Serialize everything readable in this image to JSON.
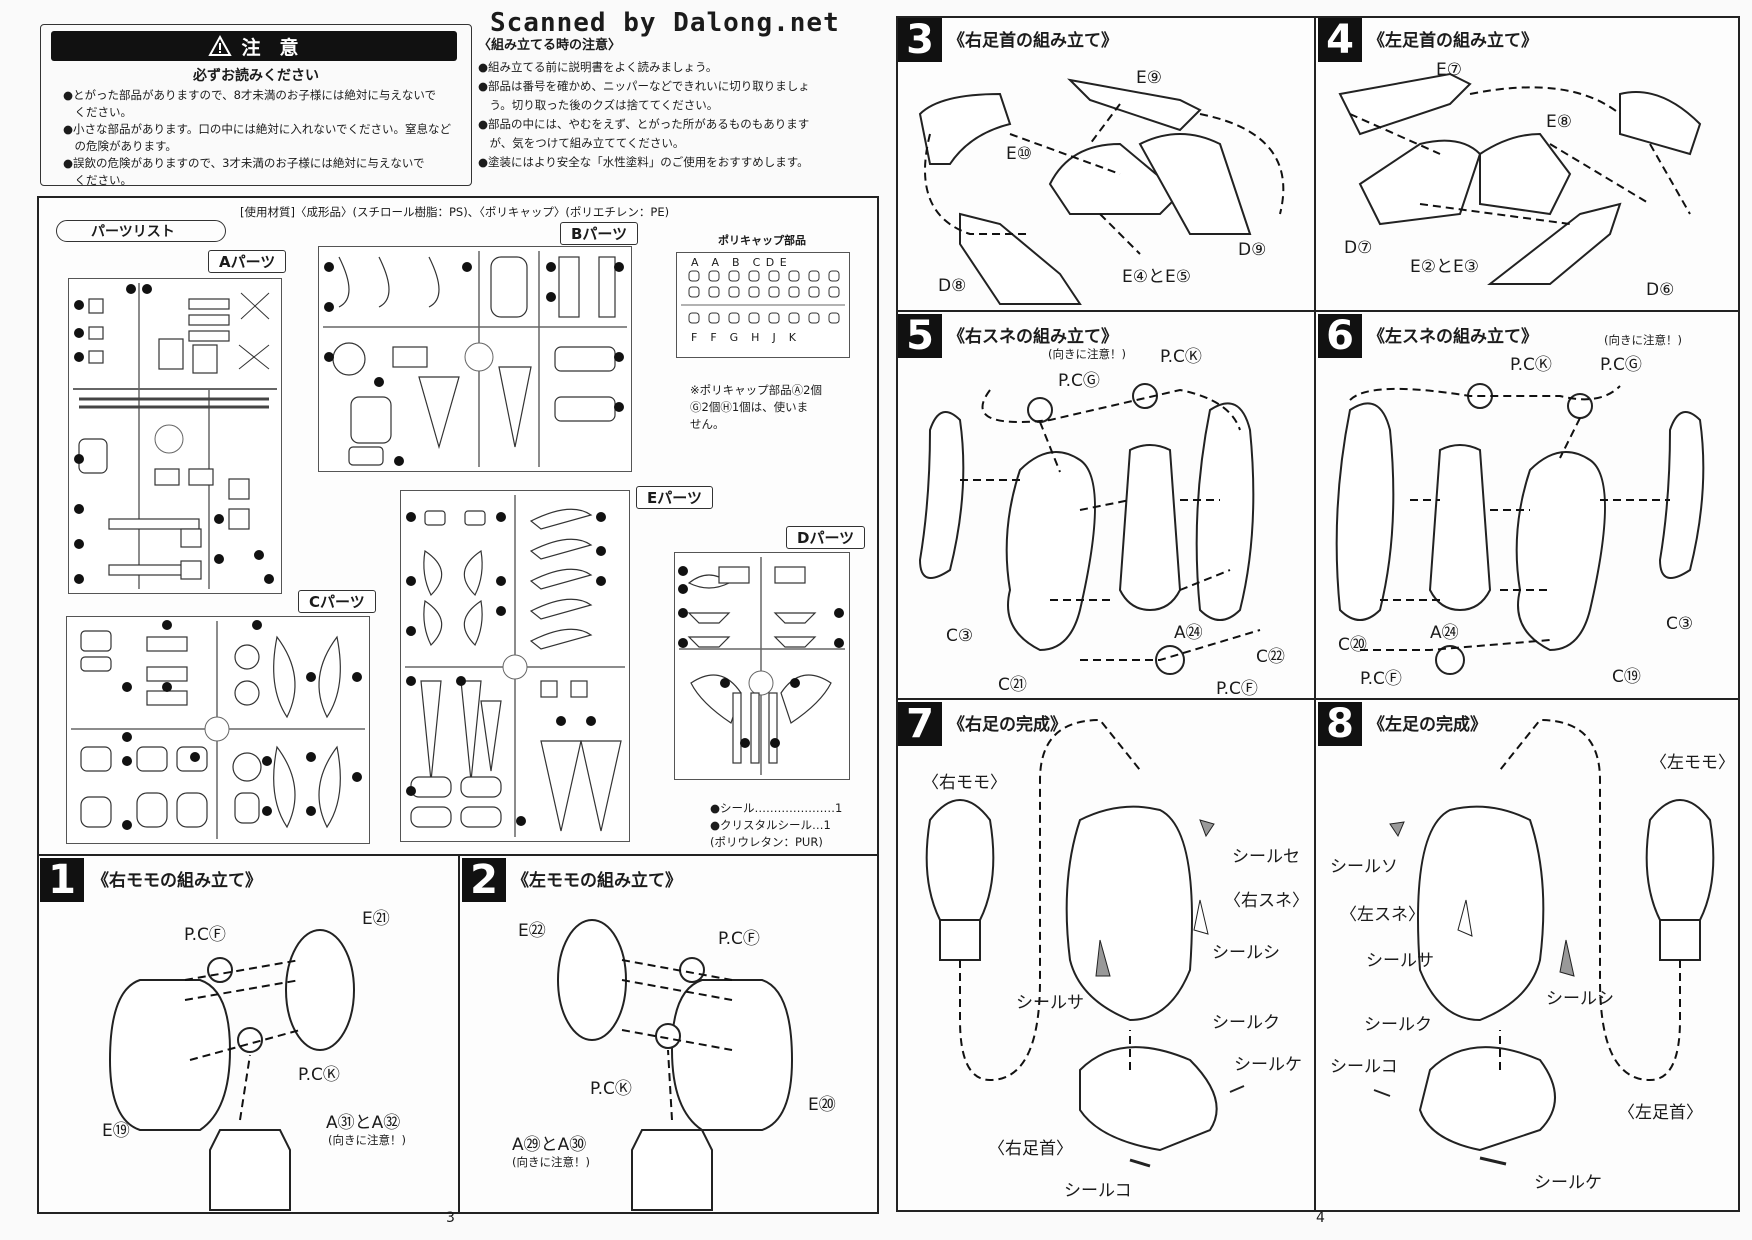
{
  "watermark": "Scanned by Dalong.net",
  "caution": {
    "header": "注　意",
    "subheader": "必ずお読みください",
    "lines": [
      "●とがった部品がありますので、8才未満のお子様には絶対に与えないで",
      "　ください。",
      "●小さな部品があります。口の中には絶対に入れないでください。窒息など",
      "　の危険があります。",
      "●誤飲の危険がありますので、3才未満のお子様には絶対に与えないで",
      "　ください。"
    ]
  },
  "assembly_notes": {
    "title": "〈組み立てる時の注意〉",
    "lines": [
      "●組み立てる前に説明書をよく読みましょう。",
      "●部品は番号を確かめ、ニッパーなどできれいに切り取りましょ",
      "　う。切り取った後のクズは捨ててください。",
      "●部品の中には、やむをえず、とがった所があるものもあります",
      "　が、気をつけて組み立ててください。",
      "●塗装にはより安全な「水性塗料」のご使用をおすすめします。"
    ]
  },
  "materials": "[使用材質]〈成形品〉(スチロール樹脂：PS)、〈ポリキャップ〉(ポリエチレン：PE)",
  "parts_list": {
    "title": "パーツリスト",
    "a_parts": "Aパーツ",
    "b_parts": "Bパーツ",
    "c_parts": "Cパーツ",
    "d_parts": "Dパーツ",
    "e_parts": "Eパーツ",
    "polycap_title": "ポリキャップ部品",
    "polycap_row1": "A　A　B　C D E",
    "polycap_row2": "F　F　G　H　J　K",
    "polycap_note_1": "※ポリキャップ部品Ⓐ2個",
    "polycap_note_2": "Ⓖ2個Ⓗ1個は、使いま",
    "polycap_note_3": "せん。",
    "seal_1": "●シール…………………1",
    "seal_2": "●クリスタルシール…1",
    "seal_3": "(ポリウレタン：PUR)"
  },
  "steps": {
    "s1": {
      "num": "1",
      "title": "《右モモの組み立て》",
      "pcf": "P.CⒻ",
      "pck": "P.CⓀ",
      "e21": "E㉑",
      "e19": "E⑲",
      "a": "A㉛とA㉜",
      "note": "(向きに注意！)"
    },
    "s2": {
      "num": "2",
      "title": "《左モモの組み立て》",
      "pcf": "P.CⒻ",
      "pck": "P.CⓀ",
      "e22": "E㉒",
      "e20": "E⑳",
      "a": "A㉙とA㉚",
      "note": "(向きに注意！)"
    },
    "s3": {
      "num": "3",
      "title": "《右足首の組み立て》",
      "e9": "E⑨",
      "e10": "E⑩",
      "e45": "E④とE⑤",
      "d9": "D⑨",
      "d8": "D⑧"
    },
    "s4": {
      "num": "4",
      "title": "《左足首の組み立て》",
      "e7": "E⑦",
      "e8": "E⑧",
      "e23": "E②とE③",
      "d7": "D⑦",
      "d6": "D⑥"
    },
    "s5": {
      "num": "5",
      "title": "《右スネの組み立て》",
      "note": "(向きに注意！)",
      "pcg": "P.CⒼ",
      "pck": "P.CⓀ",
      "c3": "C③",
      "c21": "C㉑",
      "a24": "A㉔",
      "c22": "C㉒",
      "pcf": "P.CⒻ"
    },
    "s6": {
      "num": "6",
      "title": "《左スネの組み立て》",
      "note": "(向きに注意！)",
      "pck": "P.CⓀ",
      "pcg": "P.CⒼ",
      "c20": "C⑳",
      "a24": "A㉔",
      "c3": "C③",
      "c19": "C⑲",
      "pcf": "P.CⒻ"
    },
    "s7": {
      "num": "7",
      "title": "《右足の完成》",
      "thigh": "〈右モモ〉",
      "shin": "〈右スネ〉",
      "ankle": "〈右足首〉",
      "seal_se": "シールセ",
      "seal_shi": "シールシ",
      "seal_sa": "シールサ",
      "seal_ku": "シールク",
      "seal_ke": "シールケ",
      "seal_ko": "シールコ"
    },
    "s8": {
      "num": "8",
      "title": "《左足の完成》",
      "thigh": "〈左モモ〉",
      "shin": "〈左スネ〉",
      "ankle": "〈左足首〉",
      "seal_so": "シールソ",
      "seal_sa": "シールサ",
      "seal_shi": "シールシ",
      "seal_ku": "シールク",
      "seal_ko": "シールコ",
      "seal_ke": "シールケ"
    }
  },
  "page_numbers": {
    "left": "3",
    "right": "4"
  }
}
